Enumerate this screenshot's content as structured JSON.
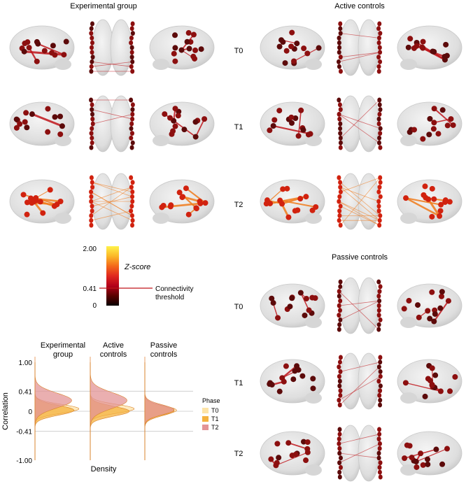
{
  "panels": {
    "experimental": {
      "title": "Experimental group"
    },
    "active": {
      "title": "Active controls"
    },
    "passive": {
      "title": "Passive controls"
    },
    "phases": [
      "T0",
      "T1",
      "T2"
    ]
  },
  "colorbar": {
    "max_label": "2.00",
    "threshold_label": "0.41",
    "min_label": "0",
    "zscore_label": "Z-score",
    "threshold_text_1": "Connectivity",
    "threshold_text_2": "threshold",
    "colors": [
      "#0a0000",
      "#5a0000",
      "#b3001a",
      "#e0281e",
      "#f46a1a",
      "#fbb828",
      "#fff24a"
    ]
  },
  "brain_colors": {
    "node_dark": "#5c0a0a",
    "node_mid": "#8c0f0f",
    "node_bright": "#d1220f",
    "edge": "#c0151b",
    "edge_hot": "#f07a1a",
    "brain": "#d9d9d9"
  },
  "chart_data": {
    "type": "area",
    "title": "",
    "ylabel": "Correlation",
    "xlabel": "Density",
    "ylim": [
      -1.0,
      1.0
    ],
    "yticks": [
      "1.00",
      "0.41",
      "0",
      "-0.41",
      "-1.00"
    ],
    "reference_lines": [
      0.41,
      0,
      -0.41
    ],
    "groups": [
      {
        "name_line1": "Experimental",
        "name_line2": "group"
      },
      {
        "name_line1": "Active",
        "name_line2": "controls"
      },
      {
        "name_line1": "Passive",
        "name_line2": "controls"
      }
    ],
    "legend": {
      "title": "Phase",
      "entries": [
        {
          "name": "T0",
          "color": "#fde4a8"
        },
        {
          "name": "T1",
          "color": "#f4b23e"
        },
        {
          "name": "T2",
          "color": "#e39496"
        }
      ],
      "placement": "right"
    },
    "series": [
      {
        "group": 0,
        "phase": "T0",
        "mean": 0.05,
        "sd": 0.09,
        "density_peak": 0.9
      },
      {
        "group": 0,
        "phase": "T1",
        "mean": 0.02,
        "sd": 0.1,
        "density_peak": 0.8
      },
      {
        "group": 0,
        "phase": "T2",
        "mean": 0.22,
        "sd": 0.15,
        "density_peak": 0.75
      },
      {
        "group": 1,
        "phase": "T0",
        "mean": 0.05,
        "sd": 0.09,
        "density_peak": 0.9
      },
      {
        "group": 1,
        "phase": "T1",
        "mean": 0.0,
        "sd": 0.1,
        "density_peak": 0.8
      },
      {
        "group": 1,
        "phase": "T2",
        "mean": 0.22,
        "sd": 0.16,
        "density_peak": 0.75
      },
      {
        "group": 2,
        "phase": "T0",
        "mean": 0.02,
        "sd": 0.09,
        "density_peak": 0.65
      },
      {
        "group": 2,
        "phase": "T1",
        "mean": 0.01,
        "sd": 0.1,
        "density_peak": 0.6
      },
      {
        "group": 2,
        "phase": "T2",
        "mean": 0.03,
        "sd": 0.1,
        "density_peak": 0.6
      }
    ]
  }
}
